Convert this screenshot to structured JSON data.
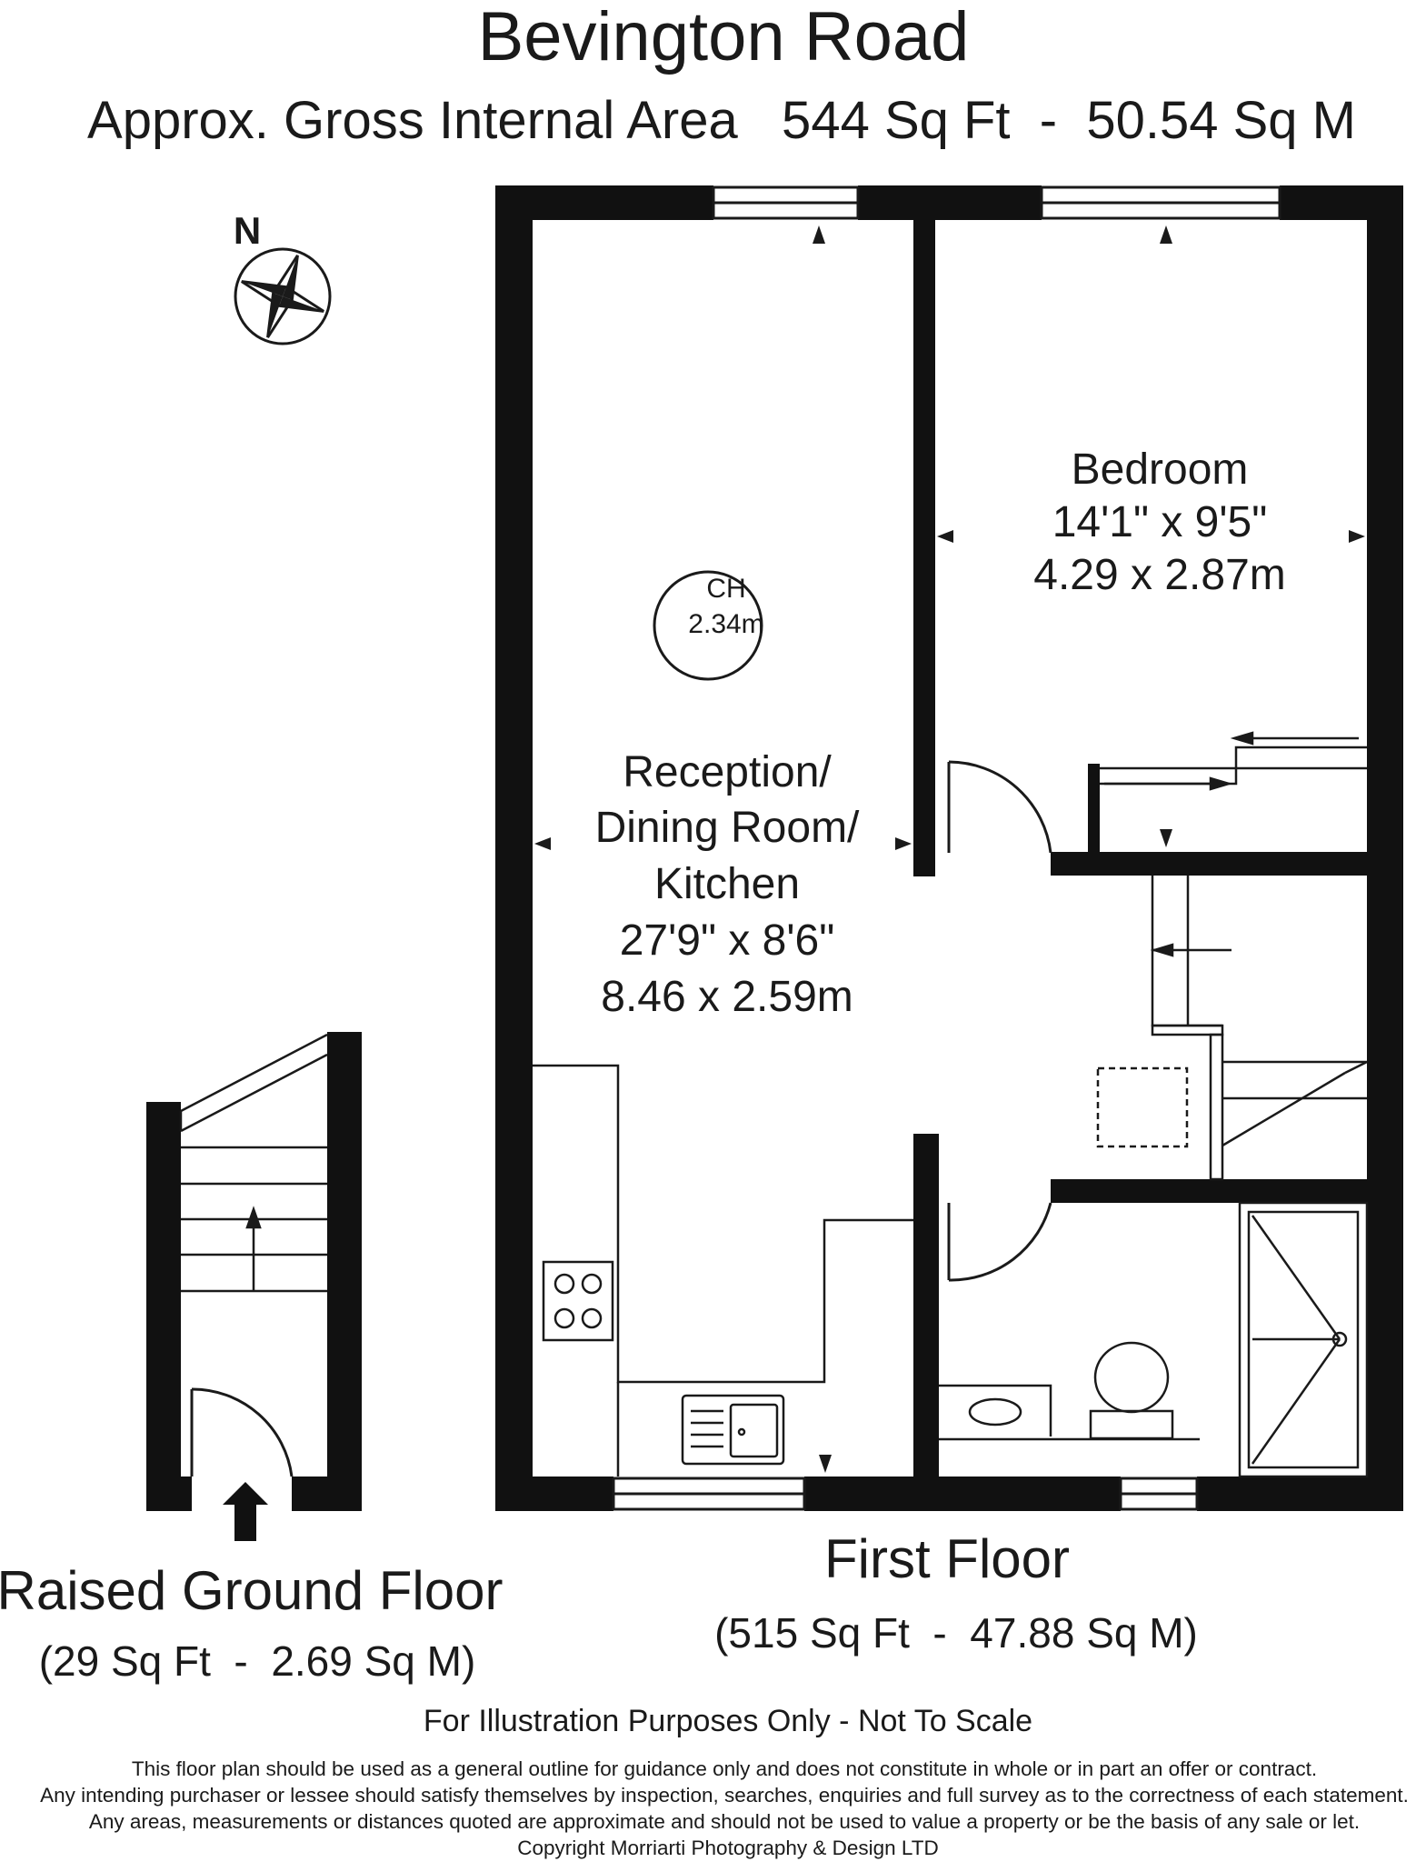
{
  "header": {
    "title": "Bevington Road",
    "area": "Approx. Gross Internal Area   544 Sq Ft  -  50.54 Sq M"
  },
  "compass": {
    "label": "N",
    "icon": "compass-rose-icon"
  },
  "rooms": {
    "bedroom": {
      "name": "Bedroom",
      "size_imperial": "14'1\" x 9'5\"",
      "size_metric": "4.29 x 2.87m"
    },
    "reception": {
      "name_line1": "Reception/",
      "name_line2": "Dining Room/",
      "name_line3": "Kitchen",
      "size_imperial": "27'9\" x 8'6\"",
      "size_metric": "8.46 x 2.59m"
    },
    "ceiling_height": {
      "label": "CH",
      "value": "2.34m"
    }
  },
  "floors": {
    "raised_ground": {
      "name": "Raised Ground Floor",
      "area": "(29 Sq Ft  -  2.69 Sq M)"
    },
    "first": {
      "name": "First Floor",
      "area": "(515 Sq Ft  -  47.88 Sq M)"
    }
  },
  "footer": {
    "notice": "For Illustration Purposes Only - Not To Scale",
    "disclaimer_line1": "This floor plan should be used as a general outline for guidance only and does not constitute in whole or in part an offer or contract.",
    "disclaimer_line2": "Any intending purchaser or lessee should satisfy themselves by inspection, searches, enquiries and full survey as to the correctness of each statement.",
    "disclaimer_line3": "Any areas, measurements or distances quoted are approximate and should not be used to value a property or be the basis of any sale or let.",
    "copyright": "Copyright Morriarti Photography & Design LTD"
  },
  "colors": {
    "wall": "#111111",
    "line": "#1a1a1a",
    "background": "#ffffff"
  }
}
